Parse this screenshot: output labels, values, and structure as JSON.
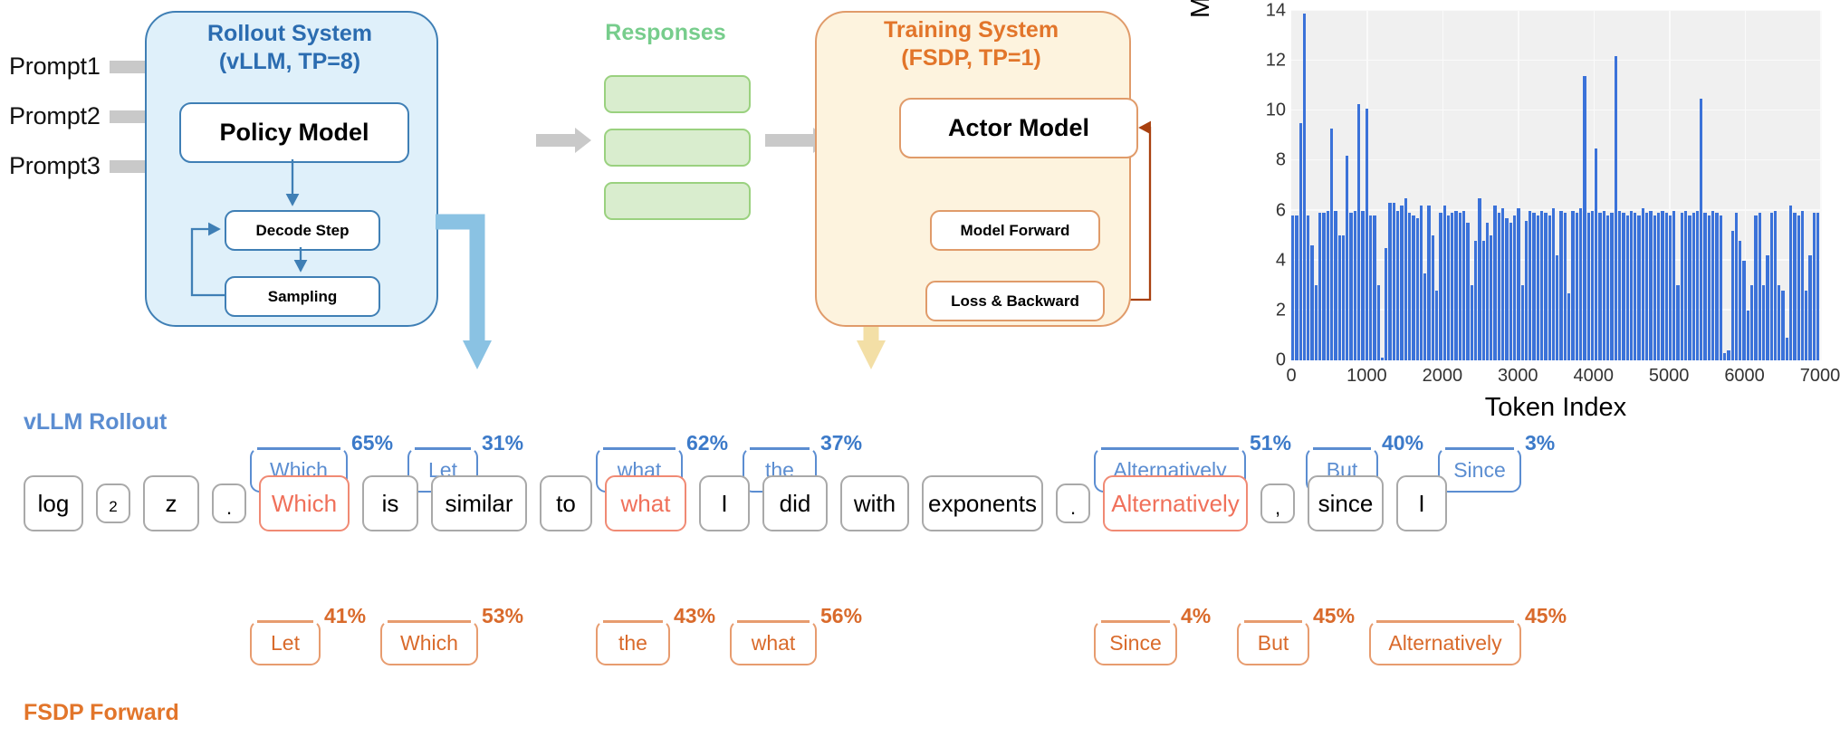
{
  "diagram": {
    "prompts": [
      "Prompt1",
      "Prompt2",
      "Prompt3"
    ],
    "rollout": {
      "title_line1": "Rollout System",
      "title_line2": "(vLLM, TP=8)",
      "policy_model": "Policy Model",
      "decode_step": "Decode Step",
      "sampling": "Sampling",
      "color": "#2b6cb0",
      "fill": "#dff0fa"
    },
    "responses": {
      "title": "Responses",
      "color": "#77cd8c",
      "count": 3
    },
    "training": {
      "title_line1": "Training System",
      "title_line2": "(FSDP, TP=1)",
      "actor_model": "Actor Model",
      "model_forward": "Model Forward",
      "loss_backward": "Loss & Backward",
      "color": "#e2752a",
      "fill": "#fdf3de"
    }
  },
  "chart_data": {
    "type": "bar",
    "title": "",
    "xlabel": "Token Index",
    "ylabel": "Max Prob Difference (%)",
    "xlim": [
      0,
      7000
    ],
    "ylim": [
      0,
      14
    ],
    "yticks": [
      0,
      2,
      4,
      6,
      8,
      10,
      12,
      14
    ],
    "xticks": [
      0,
      1000,
      2000,
      3000,
      4000,
      5000,
      6000,
      7000
    ],
    "grid": true,
    "bar_color": "#3b72d9",
    "plot_bg": "#f0f0f0",
    "legend": "none",
    "x_start": 0,
    "x_end": 6700,
    "values": [
      5.8,
      5.8,
      9.5,
      13.9,
      5.8,
      4.6,
      3.0,
      5.9,
      5.9,
      6.0,
      9.3,
      6.0,
      5.0,
      5.0,
      8.2,
      5.9,
      6.0,
      10.25,
      6.0,
      10.1,
      5.8,
      5.8,
      3.0,
      0.1,
      4.5,
      6.3,
      6.3,
      6.0,
      6.2,
      6.5,
      5.9,
      5.8,
      5.7,
      6.2,
      3.5,
      6.2,
      5.0,
      2.8,
      5.9,
      6.2,
      5.8,
      5.9,
      6.0,
      5.9,
      6.0,
      5.5,
      3.0,
      4.8,
      6.5,
      4.8,
      5.5,
      5.0,
      6.2,
      5.9,
      6.1,
      5.7,
      5.5,
      5.8,
      6.1,
      3.0,
      5.6,
      6.0,
      5.9,
      5.8,
      6.0,
      5.9,
      5.8,
      6.1,
      4.2,
      6.0,
      5.9,
      2.7,
      6.0,
      5.9,
      6.1,
      11.4,
      5.9,
      6.0,
      8.5,
      5.9,
      6.0,
      5.8,
      5.9,
      12.2,
      6.0,
      5.9,
      5.8,
      6.0,
      5.9,
      5.8,
      6.1,
      5.9,
      6.0,
      5.8,
      5.9,
      6.0,
      5.9,
      5.8,
      6.0,
      3.0,
      5.9,
      6.0,
      5.8,
      5.9,
      6.0,
      10.5,
      5.9,
      5.8,
      6.0,
      5.9,
      5.8,
      0.3,
      0.4,
      5.2,
      5.9,
      4.8,
      4.0,
      2.0,
      3.0,
      5.8,
      5.9,
      3.0,
      4.2,
      5.9,
      6.0,
      3.0,
      2.8,
      0.9,
      6.2,
      5.9,
      5.8,
      6.0,
      2.8,
      4.2,
      5.9,
      5.9
    ]
  },
  "strip": {
    "vllm_title": "vLLM Rollout",
    "fsdp_title": "FSDP Forward",
    "vllm_color": "#5b8dd1",
    "fsdp_color": "#e2752a",
    "highlight_color": "#f0705a",
    "tokens": [
      {
        "text": "log"
      },
      {
        "text": "2",
        "style": "small"
      },
      {
        "text": "z"
      },
      {
        "text": ".",
        "style": "punct"
      },
      {
        "text": "Which",
        "highlight": true
      },
      {
        "text": "is"
      },
      {
        "text": "similar"
      },
      {
        "text": "to"
      },
      {
        "text": "what",
        "highlight": true
      },
      {
        "text": "I"
      },
      {
        "text": "did"
      },
      {
        "text": "with"
      },
      {
        "text": "exponents"
      },
      {
        "text": ".",
        "style": "punct"
      },
      {
        "text": "Alternatively",
        "highlight": true
      },
      {
        "text": ",",
        "style": "punct"
      },
      {
        "text": "since"
      },
      {
        "text": "I"
      }
    ],
    "vllm_candidates": [
      {
        "word": "Which",
        "pct": "65%"
      },
      {
        "word": "Let",
        "pct": "31%"
      },
      {
        "word": "what",
        "pct": "62%"
      },
      {
        "word": "the",
        "pct": "37%"
      },
      {
        "word": "Alternatively",
        "pct": "51%"
      },
      {
        "word": "But",
        "pct": "40%"
      },
      {
        "word": "Since",
        "pct": "3%"
      }
    ],
    "fsdp_candidates": [
      {
        "word": "Let",
        "pct": "41%"
      },
      {
        "word": "Which",
        "pct": "53%"
      },
      {
        "word": "the",
        "pct": "43%"
      },
      {
        "word": "what",
        "pct": "56%"
      },
      {
        "word": "Since",
        "pct": "4%"
      },
      {
        "word": "But",
        "pct": "45%"
      },
      {
        "word": "Alternatively",
        "pct": "45%"
      }
    ]
  }
}
